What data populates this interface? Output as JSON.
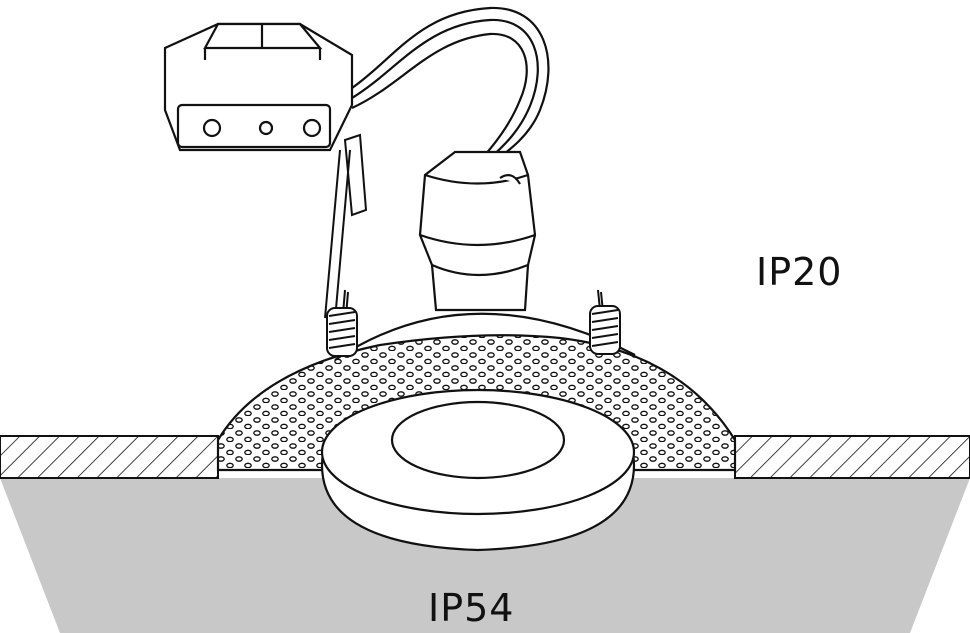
{
  "diagram": {
    "zones": [
      {
        "id": "above-ceiling",
        "label": "IP20"
      },
      {
        "id": "below-ceiling",
        "label": "IP54"
      }
    ],
    "colors": {
      "line": "#111111",
      "below_ceiling_fill": "#c8c8c8",
      "background": "#ffffff"
    },
    "components": [
      "driver-box",
      "lamp-holder",
      "spring-clip-left",
      "spring-clip-right",
      "plaster-flange",
      "trim-ring",
      "ceiling-board"
    ]
  }
}
